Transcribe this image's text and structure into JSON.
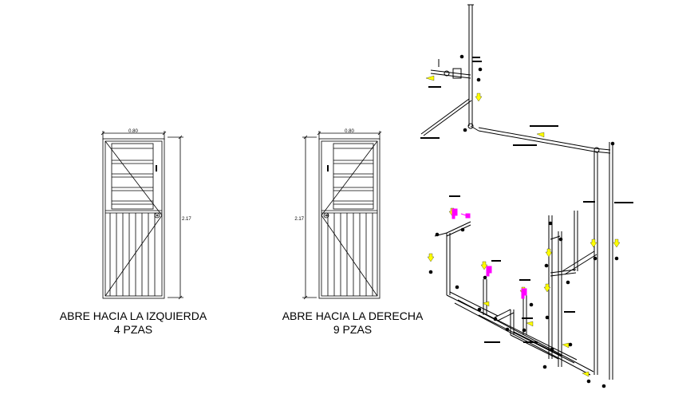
{
  "doors": [
    {
      "width_label": "0.80",
      "height_label": "2.17",
      "caption_line1": "ABRE HACIA LA IZQUIERDA",
      "caption_line2": "4 PZAS"
    },
    {
      "width_label": "0.80",
      "height_label": "2.17",
      "caption_line1": "ABRE HACIA LA DERECHA",
      "caption_line2": "9 PZAS"
    }
  ],
  "colors": {
    "line": "#000000",
    "arrow": "#ffff00",
    "fixture": "#ff00ff"
  }
}
